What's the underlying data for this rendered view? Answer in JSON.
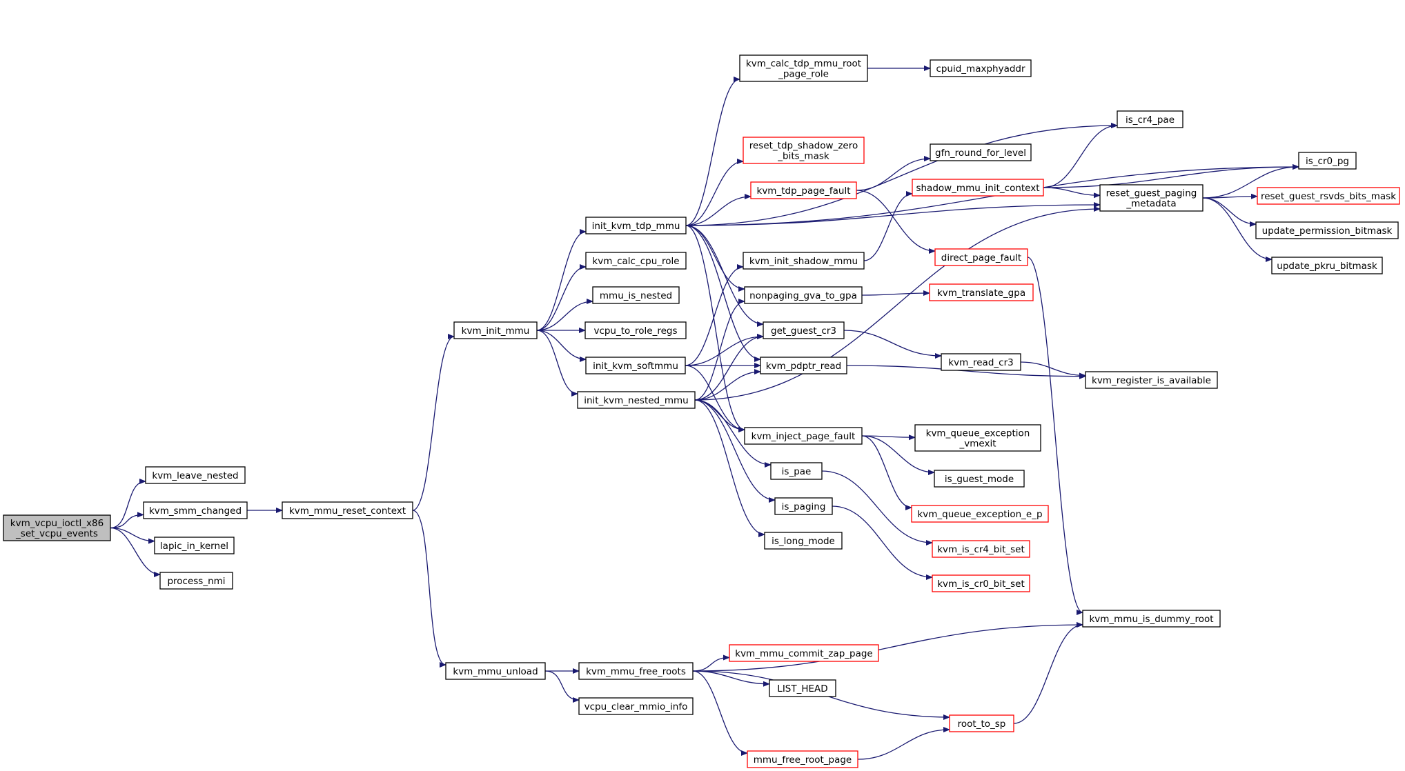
{
  "graph": {
    "edge_color": "#191970",
    "nodes": [
      {
        "id": "root",
        "lines": [
          "kvm_vcpu_ioctl_x86",
          "_set_vcpu_events"
        ],
        "style": "root"
      },
      {
        "id": "leave_nested",
        "lines": [
          "kvm_leave_nested"
        ],
        "style": "normal"
      },
      {
        "id": "smm_changed",
        "lines": [
          "kvm_smm_changed"
        ],
        "style": "normal"
      },
      {
        "id": "lapic_in_kernel",
        "lines": [
          "lapic_in_kernel"
        ],
        "style": "normal"
      },
      {
        "id": "process_nmi",
        "lines": [
          "process_nmi"
        ],
        "style": "normal"
      },
      {
        "id": "mmu_reset_context",
        "lines": [
          "kvm_mmu_reset_context"
        ],
        "style": "normal"
      },
      {
        "id": "init_mmu",
        "lines": [
          "kvm_init_mmu"
        ],
        "style": "normal"
      },
      {
        "id": "mmu_unload",
        "lines": [
          "kvm_mmu_unload"
        ],
        "style": "normal"
      },
      {
        "id": "init_tdp_mmu",
        "lines": [
          "init_kvm_tdp_mmu"
        ],
        "style": "normal"
      },
      {
        "id": "calc_cpu_role",
        "lines": [
          "kvm_calc_cpu_role"
        ],
        "style": "normal"
      },
      {
        "id": "mmu_is_nested",
        "lines": [
          "mmu_is_nested"
        ],
        "style": "normal"
      },
      {
        "id": "vcpu_to_role_regs",
        "lines": [
          "vcpu_to_role_regs"
        ],
        "style": "normal"
      },
      {
        "id": "init_softmmu",
        "lines": [
          "init_kvm_softmmu"
        ],
        "style": "normal"
      },
      {
        "id": "init_nested_mmu",
        "lines": [
          "init_kvm_nested_mmu"
        ],
        "style": "normal"
      },
      {
        "id": "free_roots",
        "lines": [
          "kvm_mmu_free_roots"
        ],
        "style": "normal"
      },
      {
        "id": "clear_mmio",
        "lines": [
          "vcpu_clear_mmio_info"
        ],
        "style": "normal"
      },
      {
        "id": "calc_tdp_root",
        "lines": [
          "kvm_calc_tdp_mmu_root",
          "_page_role"
        ],
        "style": "normal"
      },
      {
        "id": "reset_tdp_shadow",
        "lines": [
          "reset_tdp_shadow_zero",
          "_bits_mask"
        ],
        "style": "red"
      },
      {
        "id": "tdp_page_fault",
        "lines": [
          "kvm_tdp_page_fault"
        ],
        "style": "red"
      },
      {
        "id": "init_shadow_mmu",
        "lines": [
          "kvm_init_shadow_mmu"
        ],
        "style": "normal"
      },
      {
        "id": "nonpaging_gva",
        "lines": [
          "nonpaging_gva_to_gpa"
        ],
        "style": "normal"
      },
      {
        "id": "get_guest_cr3",
        "lines": [
          "get_guest_cr3"
        ],
        "style": "normal"
      },
      {
        "id": "pdptr_read",
        "lines": [
          "kvm_pdptr_read"
        ],
        "style": "normal"
      },
      {
        "id": "inject_pf",
        "lines": [
          "kvm_inject_page_fault"
        ],
        "style": "normal"
      },
      {
        "id": "is_pae",
        "lines": [
          "is_pae"
        ],
        "style": "normal"
      },
      {
        "id": "is_paging",
        "lines": [
          "is_paging"
        ],
        "style": "normal"
      },
      {
        "id": "is_long_mode",
        "lines": [
          "is_long_mode"
        ],
        "style": "normal"
      },
      {
        "id": "commit_zap",
        "lines": [
          "kvm_mmu_commit_zap_page"
        ],
        "style": "red"
      },
      {
        "id": "list_head",
        "lines": [
          "LIST_HEAD"
        ],
        "style": "normal"
      },
      {
        "id": "free_root_page",
        "lines": [
          "mmu_free_root_page"
        ],
        "style": "red"
      },
      {
        "id": "cpuid_maxphy",
        "lines": [
          "cpuid_maxphyaddr"
        ],
        "style": "normal"
      },
      {
        "id": "gfn_round",
        "lines": [
          "gfn_round_for_level"
        ],
        "style": "normal"
      },
      {
        "id": "shadow_init_ctx",
        "lines": [
          "shadow_mmu_init_context"
        ],
        "style": "red"
      },
      {
        "id": "direct_pf",
        "lines": [
          "direct_page_fault"
        ],
        "style": "red"
      },
      {
        "id": "translate_gpa",
        "lines": [
          "kvm_translate_gpa"
        ],
        "style": "red"
      },
      {
        "id": "read_cr3",
        "lines": [
          "kvm_read_cr3"
        ],
        "style": "normal"
      },
      {
        "id": "queue_vmexit",
        "lines": [
          "kvm_queue_exception",
          "_vmexit"
        ],
        "style": "normal"
      },
      {
        "id": "is_guest_mode",
        "lines": [
          "is_guest_mode"
        ],
        "style": "normal"
      },
      {
        "id": "queue_e_p",
        "lines": [
          "kvm_queue_exception_e_p"
        ],
        "style": "red"
      },
      {
        "id": "cr4_bit_set",
        "lines": [
          "kvm_is_cr4_bit_set"
        ],
        "style": "red"
      },
      {
        "id": "cr0_bit_set",
        "lines": [
          "kvm_is_cr0_bit_set"
        ],
        "style": "red"
      },
      {
        "id": "root_to_sp",
        "lines": [
          "root_to_sp"
        ],
        "style": "red"
      },
      {
        "id": "is_cr4_pae",
        "lines": [
          "is_cr4_pae"
        ],
        "style": "normal"
      },
      {
        "id": "reset_guest_paging",
        "lines": [
          "reset_guest_paging",
          "_metadata"
        ],
        "style": "normal"
      },
      {
        "id": "reg_avail",
        "lines": [
          "kvm_register_is_available"
        ],
        "style": "normal"
      },
      {
        "id": "dummy_root",
        "lines": [
          "kvm_mmu_is_dummy_root"
        ],
        "style": "normal"
      },
      {
        "id": "is_cr0_pg",
        "lines": [
          "is_cr0_pg"
        ],
        "style": "normal"
      },
      {
        "id": "rsvds_mask",
        "lines": [
          "reset_guest_rsvds_bits_mask"
        ],
        "style": "red"
      },
      {
        "id": "perm_bitmask",
        "lines": [
          "update_permission_bitmask"
        ],
        "style": "normal"
      },
      {
        "id": "pkru_bitmask",
        "lines": [
          "update_pkru_bitmask"
        ],
        "style": "normal"
      }
    ],
    "edges": [
      [
        "root",
        "leave_nested"
      ],
      [
        "root",
        "smm_changed"
      ],
      [
        "root",
        "lapic_in_kernel"
      ],
      [
        "root",
        "process_nmi"
      ],
      [
        "smm_changed",
        "mmu_reset_context"
      ],
      [
        "mmu_reset_context",
        "init_mmu"
      ],
      [
        "mmu_reset_context",
        "mmu_unload"
      ],
      [
        "init_mmu",
        "init_tdp_mmu"
      ],
      [
        "init_mmu",
        "calc_cpu_role"
      ],
      [
        "init_mmu",
        "mmu_is_nested"
      ],
      [
        "init_mmu",
        "vcpu_to_role_regs"
      ],
      [
        "init_mmu",
        "init_softmmu"
      ],
      [
        "init_mmu",
        "init_nested_mmu"
      ],
      [
        "init_tdp_mmu",
        "calc_tdp_root"
      ],
      [
        "init_tdp_mmu",
        "is_cr4_pae"
      ],
      [
        "init_tdp_mmu",
        "is_cr0_pg"
      ],
      [
        "init_tdp_mmu",
        "reset_tdp_shadow"
      ],
      [
        "init_tdp_mmu",
        "tdp_page_fault"
      ],
      [
        "init_tdp_mmu",
        "reset_guest_paging"
      ],
      [
        "init_tdp_mmu",
        "nonpaging_gva"
      ],
      [
        "init_tdp_mmu",
        "get_guest_cr3"
      ],
      [
        "init_tdp_mmu",
        "pdptr_read"
      ],
      [
        "init_tdp_mmu",
        "inject_pf"
      ],
      [
        "init_softmmu",
        "init_shadow_mmu"
      ],
      [
        "init_softmmu",
        "get_guest_cr3"
      ],
      [
        "init_softmmu",
        "pdptr_read"
      ],
      [
        "init_softmmu",
        "inject_pf"
      ],
      [
        "init_nested_mmu",
        "nonpaging_gva"
      ],
      [
        "init_nested_mmu",
        "get_guest_cr3"
      ],
      [
        "init_nested_mmu",
        "pdptr_read"
      ],
      [
        "init_nested_mmu",
        "inject_pf"
      ],
      [
        "init_nested_mmu",
        "is_pae"
      ],
      [
        "init_nested_mmu",
        "is_paging"
      ],
      [
        "init_nested_mmu",
        "is_long_mode"
      ],
      [
        "init_nested_mmu",
        "reset_guest_paging"
      ],
      [
        "mmu_unload",
        "free_roots"
      ],
      [
        "mmu_unload",
        "clear_mmio"
      ],
      [
        "free_roots",
        "dummy_root"
      ],
      [
        "free_roots",
        "commit_zap"
      ],
      [
        "free_roots",
        "list_head"
      ],
      [
        "free_roots",
        "root_to_sp"
      ],
      [
        "free_roots",
        "free_root_page"
      ],
      [
        "calc_tdp_root",
        "cpuid_maxphy"
      ],
      [
        "tdp_page_fault",
        "gfn_round"
      ],
      [
        "tdp_page_fault",
        "direct_pf"
      ],
      [
        "init_shadow_mmu",
        "shadow_init_ctx"
      ],
      [
        "nonpaging_gva",
        "translate_gpa"
      ],
      [
        "get_guest_cr3",
        "read_cr3"
      ],
      [
        "pdptr_read",
        "reg_avail"
      ],
      [
        "inject_pf",
        "queue_vmexit"
      ],
      [
        "inject_pf",
        "is_guest_mode"
      ],
      [
        "inject_pf",
        "queue_e_p"
      ],
      [
        "is_pae",
        "cr4_bit_set"
      ],
      [
        "is_paging",
        "cr0_bit_set"
      ],
      [
        "free_root_page",
        "root_to_sp"
      ],
      [
        "shadow_init_ctx",
        "is_cr4_pae"
      ],
      [
        "shadow_init_ctx",
        "is_cr0_pg"
      ],
      [
        "shadow_init_ctx",
        "reset_guest_paging"
      ],
      [
        "direct_pf",
        "dummy_root"
      ],
      [
        "read_cr3",
        "reg_avail"
      ],
      [
        "root_to_sp",
        "dummy_root"
      ],
      [
        "reset_guest_paging",
        "is_cr0_pg"
      ],
      [
        "reset_guest_paging",
        "rsvds_mask"
      ],
      [
        "reset_guest_paging",
        "perm_bitmask"
      ],
      [
        "reset_guest_paging",
        "pkru_bitmask"
      ]
    ]
  }
}
